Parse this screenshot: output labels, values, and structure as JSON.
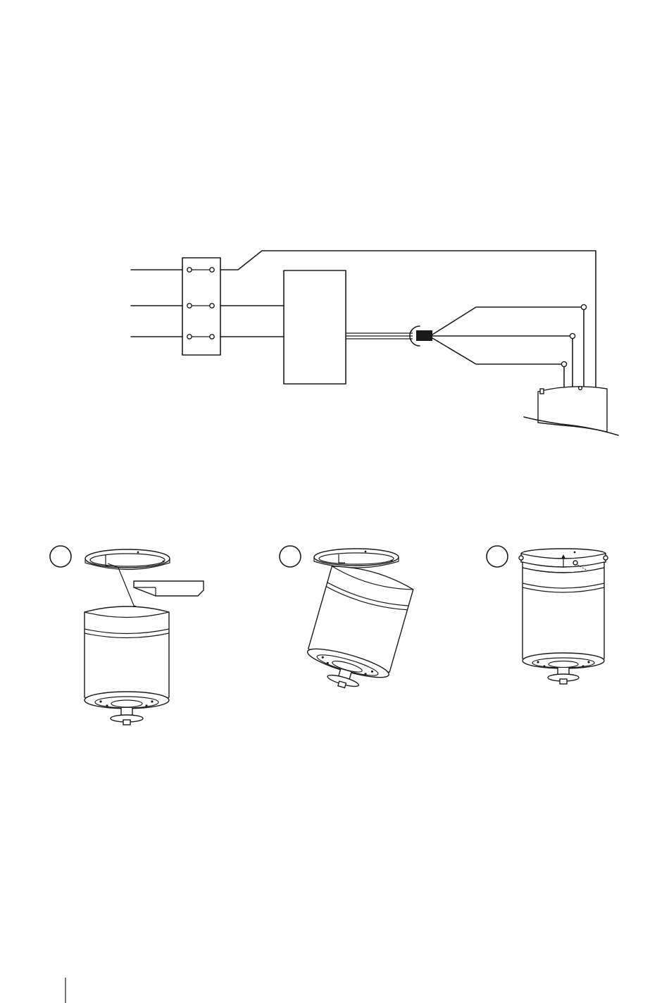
{
  "page": {
    "background": "#ffffff",
    "line_color": "#1a1a1a"
  },
  "wiring_diagram": {
    "terminal_block_rows": 3,
    "incoming_lines": 3,
    "fan_leads": 3
  },
  "install_steps": [
    {
      "label": ""
    },
    {
      "label": ""
    },
    {
      "label": ""
    }
  ],
  "footer": {
    "page_number": ""
  }
}
